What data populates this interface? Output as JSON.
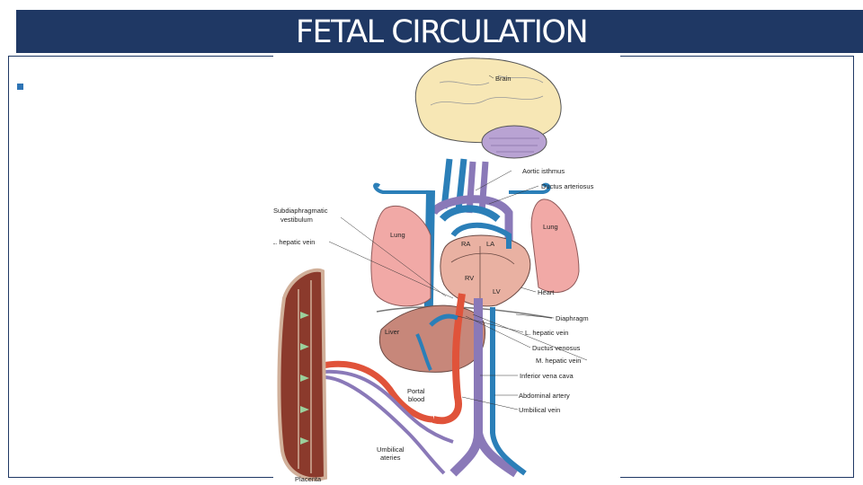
{
  "slide": {
    "title": "FETAL CIRCULATION",
    "bullet_text": ""
  },
  "figure": {
    "labels": {
      "brain": "Brain",
      "aortic_isthmus": "Aortic isthmus",
      "ductus_arteriosus": "Ductus arteriosus",
      "subdiaphragmatic_line1": "Subdiaphragmatic",
      "subdiaphragmatic_line2": "vestibulum",
      "left_hepatic_vein_left": "L. hepatic vein",
      "lung_left": "Lung",
      "lung_right": "Lung",
      "heart": "Heart",
      "diaphragm": "Diaphragm",
      "liver": "Liver",
      "l_hepatic_vein": "L. hepatic vein",
      "ductus_venosus": "Ductus venosus",
      "m_hepatic_vein": "M. hepatic vein",
      "inferior_vena_cava": "Inferior vena cava",
      "abdominal_artery": "Abdominal artery",
      "umbilical_vein": "Umbilical vein",
      "portal_blood_line1": "Portal",
      "portal_blood_line2": "blood",
      "umbilical_arteries_line1": "Umbilical",
      "umbilical_arteries_line2": "ateries",
      "placenta": "Placenta",
      "ra": "RA",
      "la": "LA",
      "rv": "RV",
      "lv": "LV"
    },
    "colors": {
      "title_bar": "#1f3864",
      "vein_blue": "#2b7fb8",
      "artery_red": "#e0533a",
      "mixed_purple": "#8a79b8",
      "brain": "#f7e7b5",
      "cerebellum": "#b9a3d3",
      "lung": "#f1a9a6",
      "heart": "#e9b1a2",
      "liver": "#c7877a",
      "placenta": "#8b3a2c"
    }
  }
}
